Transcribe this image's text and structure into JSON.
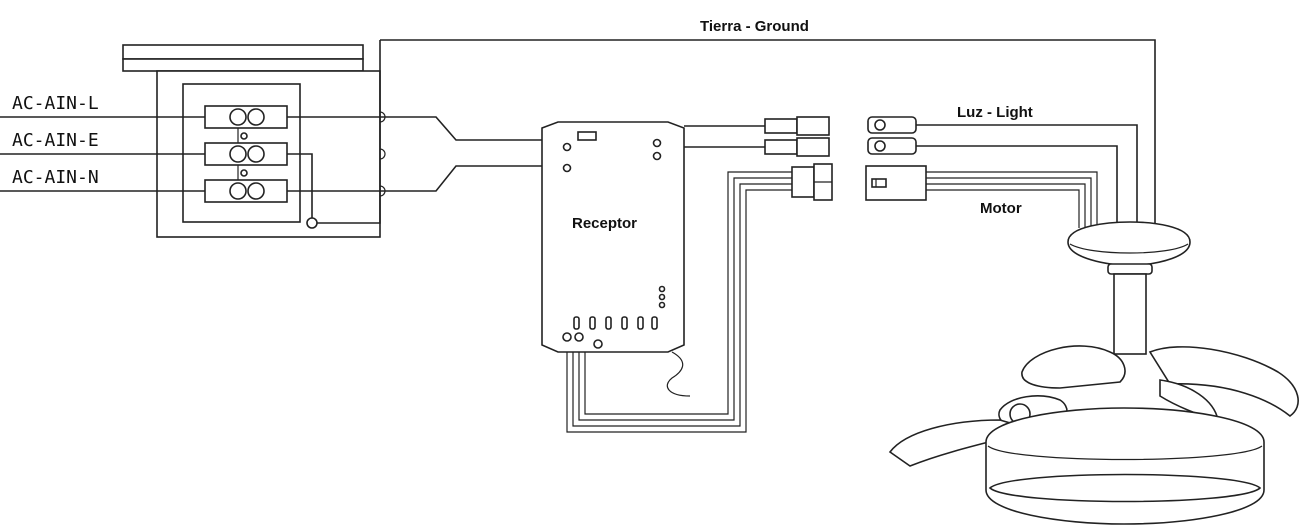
{
  "labels": {
    "ground": "Tierra - Ground",
    "light": "Luz - Light",
    "motor": "Motor",
    "receiver": "Receptor",
    "line_l": "AC-AIN-L",
    "line_e": "AC-AIN-E",
    "line_n": "AC-AIN-N"
  },
  "colors": {
    "line": "#222222",
    "background": "#ffffff"
  }
}
